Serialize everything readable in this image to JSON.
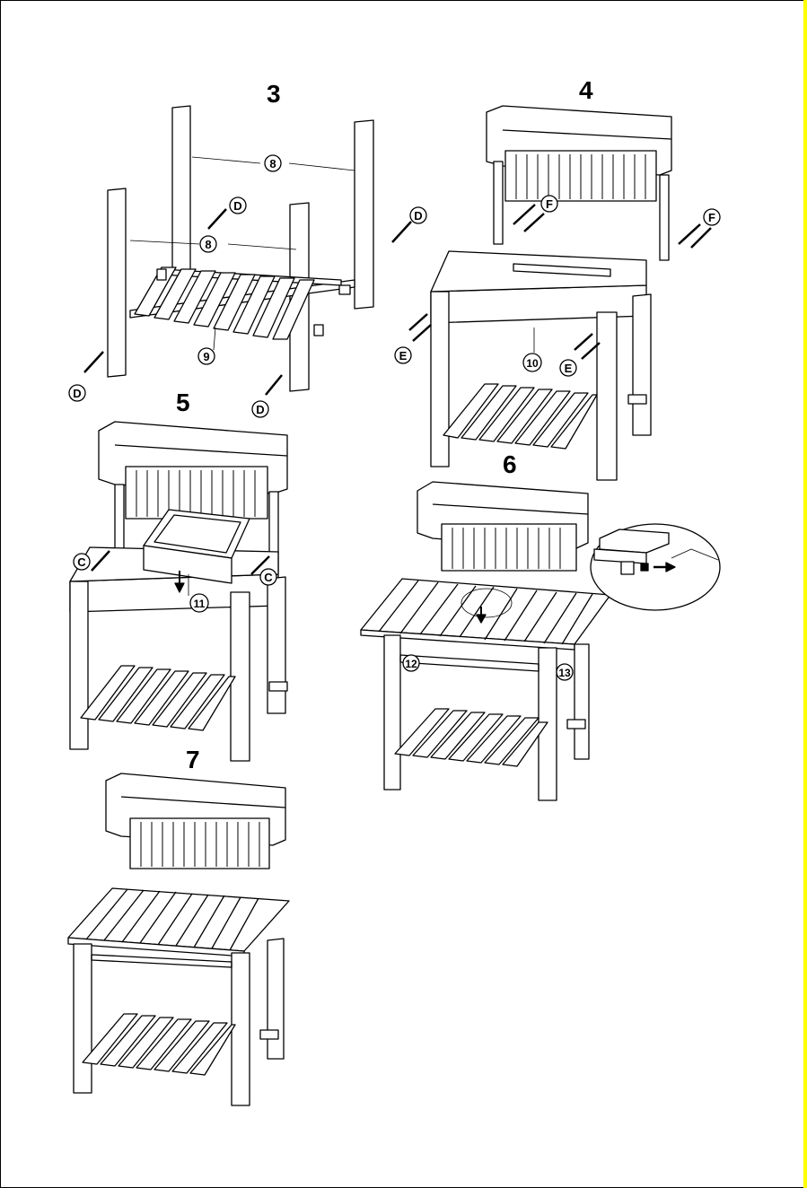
{
  "steps": [
    {
      "num": "3"
    },
    {
      "num": "4"
    },
    {
      "num": "5"
    },
    {
      "num": "6"
    },
    {
      "num": "7"
    }
  ],
  "parts": {
    "p8": "8",
    "p9": "9",
    "p10": "10",
    "p11": "11",
    "p12": "12",
    "p13": "13"
  },
  "hardware": {
    "C": "C",
    "D": "D",
    "E": "E",
    "F": "F"
  },
  "colors": {
    "line": "#000000",
    "fill": "#ffffff",
    "edge_bar": "#ffff00"
  }
}
